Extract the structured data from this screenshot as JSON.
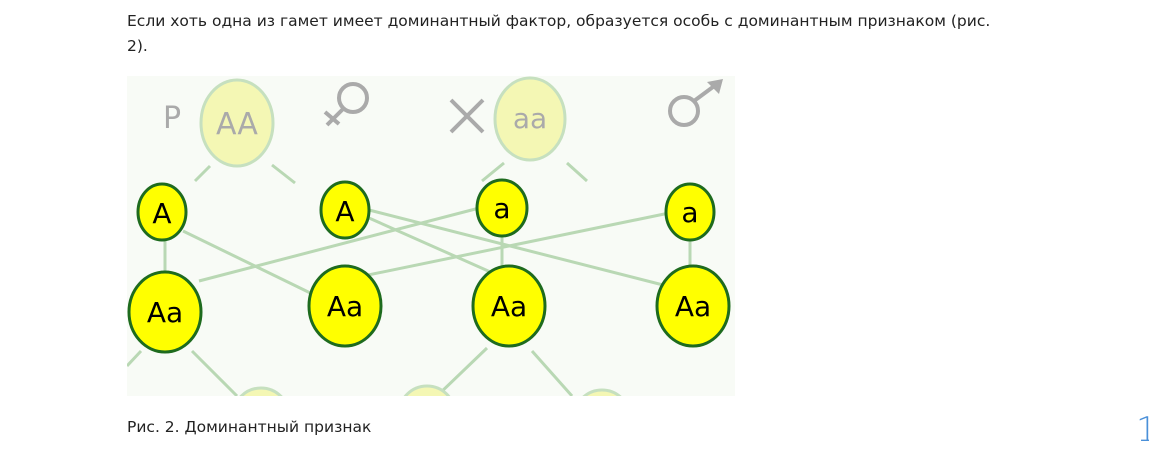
{
  "paragraph": "Если хоть одна из гамет имеет доминантный фактор, образуется особь с доминантным признаком (рис. 2).",
  "figure": {
    "parent_label": "P",
    "parent_female": "AA",
    "parent_male": "aa",
    "cross_symbol": "×",
    "gametes": [
      "A",
      "A",
      "a",
      "a"
    ],
    "offspring": [
      "Aa",
      "Aa",
      "Aa",
      "Aa"
    ],
    "colors": {
      "gamete_fill": "#ffff00",
      "stroke": "#1e6b1e",
      "faded_fill": "#f4f7b4",
      "line": "#b9d8b4"
    }
  },
  "caption": "Рис. 2. Доминантный признак",
  "page_number": "1"
}
